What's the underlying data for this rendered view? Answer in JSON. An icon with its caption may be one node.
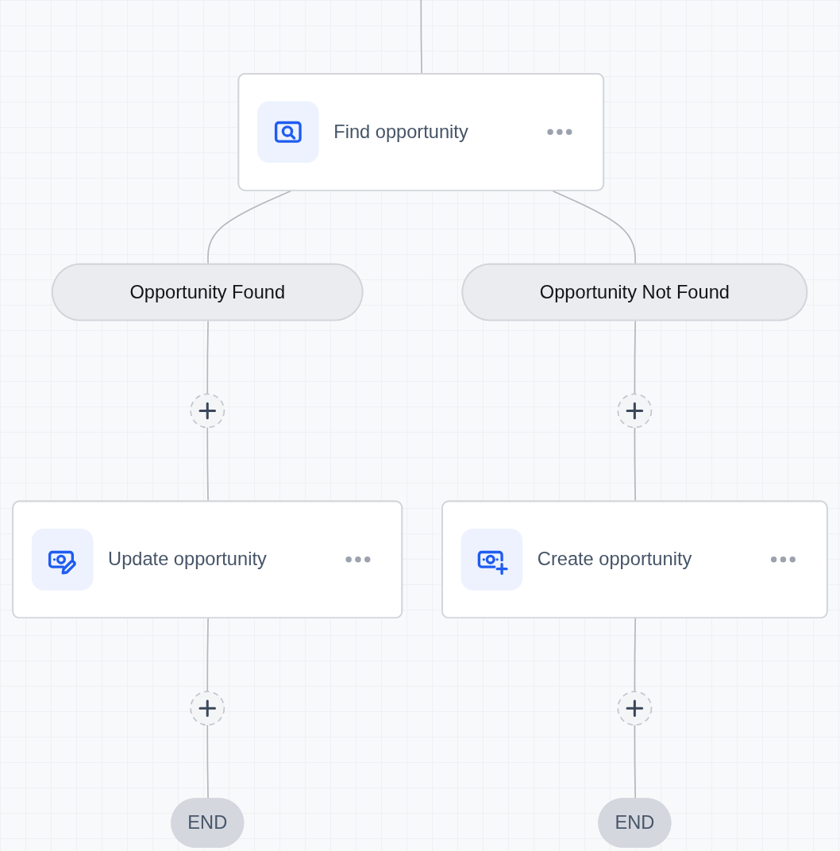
{
  "diagram": {
    "nodes": [
      {
        "text": [
          "Find opportunity"
        ]
      },
      {
        "text": [
          "Opportunity Found"
        ]
      },
      {
        "text": [
          "Opportunity Not Found"
        ]
      },
      {
        "text": [],
        "shape": "circle"
      },
      {
        "text": [],
        "shape": "circle"
      },
      {
        "text": [
          "Update opportunity"
        ]
      },
      {
        "text": [
          "Create opportunity"
        ]
      },
      {
        "text": [],
        "shape": "circle"
      },
      {
        "text": [],
        "shape": "circle"
      },
      {
        "text": [
          "END"
        ]
      },
      {
        "text": [
          "END"
        ]
      }
    ],
    "edges": [
      {
        "from": null,
        "to": 0,
        "arrow": "none"
      },
      {
        "from": 0,
        "to": 1,
        "arrow": "none"
      },
      {
        "from": 0,
        "to": 2,
        "arrow": "none"
      },
      {
        "from": 1,
        "to": 3,
        "arrow": "none"
      },
      {
        "from": 2,
        "to": 4,
        "arrow": "none"
      },
      {
        "from": 3,
        "to": 5,
        "arrow": "none"
      },
      {
        "from": 4,
        "to": 6,
        "arrow": "none"
      },
      {
        "from": 5,
        "to": 7,
        "arrow": "none"
      },
      {
        "from": 6,
        "to": 8,
        "arrow": "none"
      },
      {
        "from": 7,
        "to": 9,
        "arrow": "none"
      },
      {
        "from": 8,
        "to": 10,
        "arrow": "none"
      }
    ]
  }
}
